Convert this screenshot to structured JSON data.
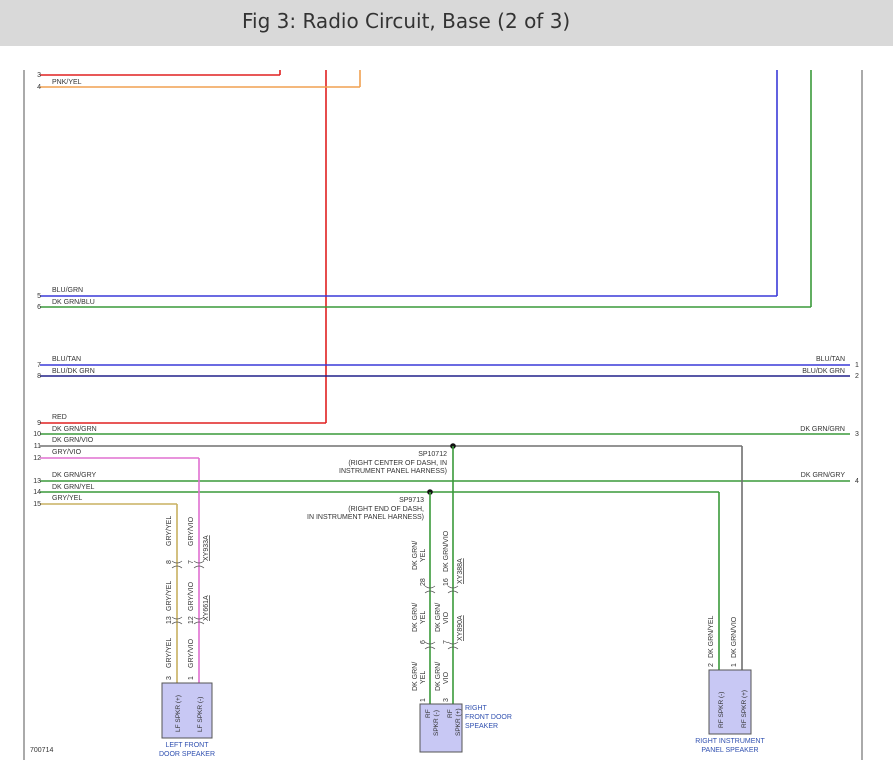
{
  "page": {
    "title": "Fig 3: Radio Circuit, Base (2 of 3)"
  },
  "colors": {
    "red": "#e02020",
    "orange": "#f0a050",
    "blue": "#3a3ad8",
    "green": "#3a9a3a",
    "darkblue": "#20208a",
    "gray": "#707070",
    "pink": "#e070d0",
    "tan": "#c8b060",
    "connector": "#c8c8f4",
    "labeltext": "#3050b0"
  },
  "left_pins": [
    "3",
    "4",
    "5",
    "6",
    "7",
    "8",
    "9",
    "10",
    "11",
    "12",
    "13",
    "14",
    "15"
  ],
  "left_labels": [
    "PNK/YEL",
    "BLU/GRN",
    "DK GRN/BLU",
    "BLU/TAN",
    "BLU/DK GRN",
    "RED",
    "DK GRN/GRN",
    "DK GRN/VIO",
    "GRY/VIO",
    "DK GRN/GRY",
    "DK GRN/YEL",
    "GRY/YEL"
  ],
  "right_pins": [
    "1",
    "2",
    "3",
    "4"
  ],
  "right_labels": [
    "BLU/TAN",
    "BLU/DK GRN",
    "DK GRN/GRN",
    "DK GRN/GRY"
  ],
  "splices": {
    "sp1_id": "SP10712",
    "sp1_line1": "(RIGHT CENTER OF DASH, IN",
    "sp1_line2": "INSTRUMENT PANEL HARNESS)",
    "sp2_id": "SP9713",
    "sp2_line1": "(RIGHT END OF DASH,",
    "sp2_line2": "IN INSTRUMENT PANEL HARNESS)"
  },
  "lf": {
    "wire_a": "GRY/YEL",
    "wire_b": "GRY/VIO",
    "pin_a1": "8",
    "pin_b1": "7",
    "conn1": "XY933A",
    "pin_a2": "13",
    "pin_b2": "12",
    "conn2": "XY661A",
    "pin_a3": "3",
    "pin_b3": "1",
    "term_a": "LF SPKR (+)",
    "term_b": "LF SPKR (-)",
    "name1": "LEFT FRONT",
    "name2": "DOOR SPEAKER"
  },
  "rf": {
    "wire_a1": "DK GRN/",
    "wire_a2": "YEL",
    "wire_b": "DK GRN/VIO",
    "pin_a1": "28",
    "pin_b1": "16",
    "conn1": "XY388A",
    "wire_c1": "DK GRN/",
    "wire_c2": "YEL",
    "wire_d1": "DK GRN/",
    "wire_d2": "VIO",
    "pin_a2": "6",
    "pin_b2": "7",
    "conn2": "XY890A",
    "pin_a3": "1",
    "pin_b3": "3",
    "term_a1": "RF",
    "term_a2": "SPKR (-)",
    "term_b1": "RF",
    "term_b2": "SPKR (+)",
    "name1": "RIGHT",
    "name2": "FRONT DOOR",
    "name3": "SPEAKER"
  },
  "rip": {
    "wire_a": "DK GRN/YEL",
    "wire_b": "DK GRN/VIO",
    "pin_a": "2",
    "pin_b": "1",
    "term_a": "RF SPKR (-)",
    "term_b": "RF SPKR (+)",
    "name1": "RIGHT INSTRUMENT",
    "name2": "PANEL SPEAKER"
  },
  "figure_id": "700714"
}
